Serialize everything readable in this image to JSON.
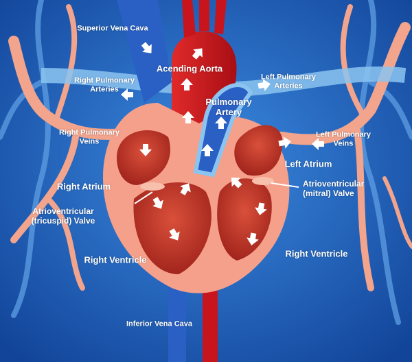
{
  "labels": {
    "superior_vena_cava": "Superior Vena Cava",
    "ascending_aorta": "Acending Aorta",
    "right_pulmonary_arteries": [
      "Right Pulmonary",
      "Arteries"
    ],
    "left_pulmonary_arteries": [
      "Left Pulmonary",
      "Arteries"
    ],
    "pulmonary_artery": [
      "Pulmonary",
      "Artery"
    ],
    "right_pulmonary_veins": [
      "Right Pulmonary",
      "Veins"
    ],
    "left_pulmonary_veins": [
      "Left Pulmonary",
      "Veins"
    ],
    "left_atrium": "Left Atrium",
    "right_atrium": "Right Atrium",
    "mitral_valve": [
      "Atrioventricular",
      "(mitral) Valve"
    ],
    "tricuspid_valve": [
      "Atrioventricular",
      "(tricuspid) Valve"
    ],
    "right_ventricle_left": "Right Ventricle",
    "right_ventricle_right": "Right Ventricle",
    "inferior_vena_cava": "Inferior Vena Cava"
  },
  "colors": {
    "background": "#1f5fb0",
    "vein_blue": "#2a5fc4",
    "artery_red": "#c8141c",
    "heart_outer": "#f5a08a",
    "chamber": "#c23a2a",
    "pulmonary_vein": "#f2a48c",
    "background_vessel": "#5a9ae0"
  }
}
